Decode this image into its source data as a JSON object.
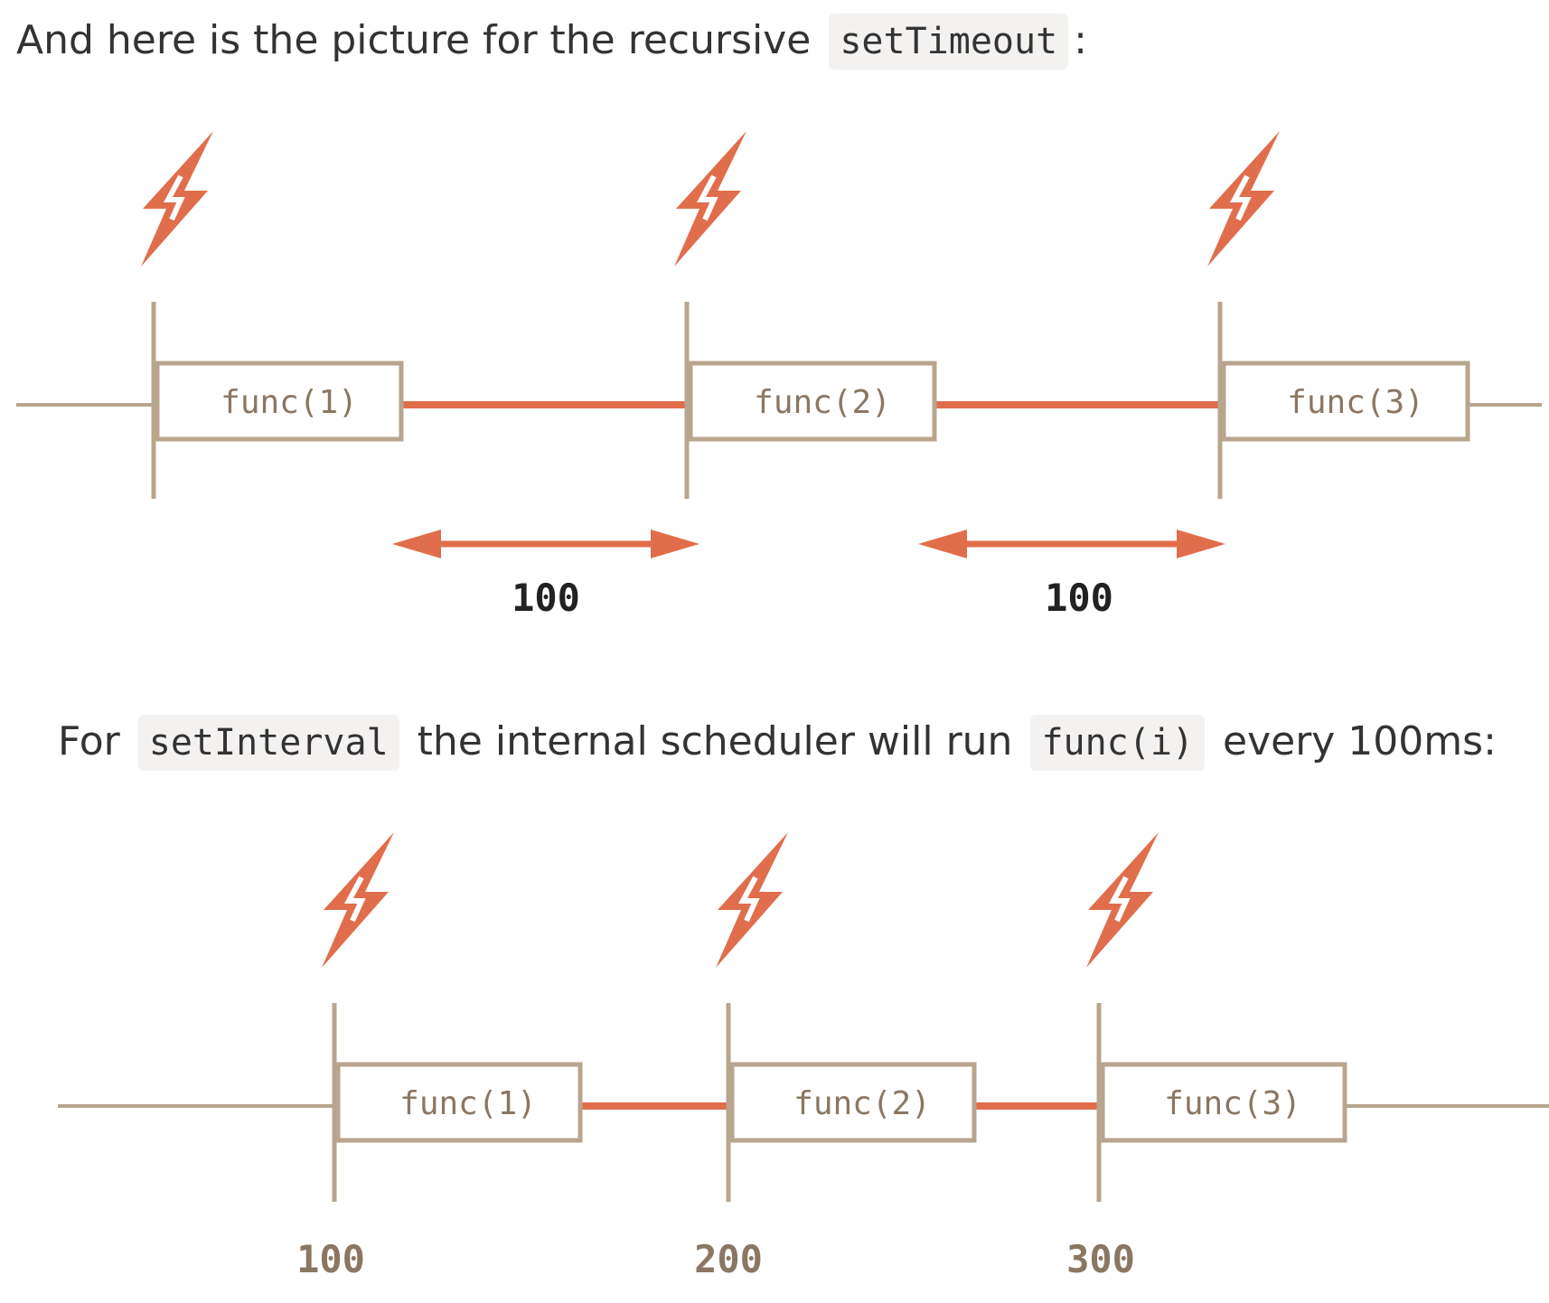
{
  "intro": {
    "text": "And here is the picture for the recursive",
    "code": "setTimeout",
    "after": ":"
  },
  "interval_note": {
    "before": "For",
    "code1": "setInterval",
    "middle": "the internal scheduler will run",
    "code2": "func(i)",
    "after": "every 100ms:"
  },
  "colors": {
    "accent": "#e06e4c",
    "timeline": "#b8a58e",
    "box_text": "#8a7763",
    "label_dark": "#222222"
  },
  "diagram_timeout": {
    "calls": [
      "func(1)",
      "func(2)",
      "func(3)"
    ],
    "delays": [
      "100",
      "100"
    ],
    "icon": "lightning-icon"
  },
  "diagram_interval": {
    "calls": [
      "func(1)",
      "func(2)",
      "func(3)"
    ],
    "ticks": [
      "100",
      "200",
      "300"
    ],
    "icon": "lightning-icon"
  }
}
